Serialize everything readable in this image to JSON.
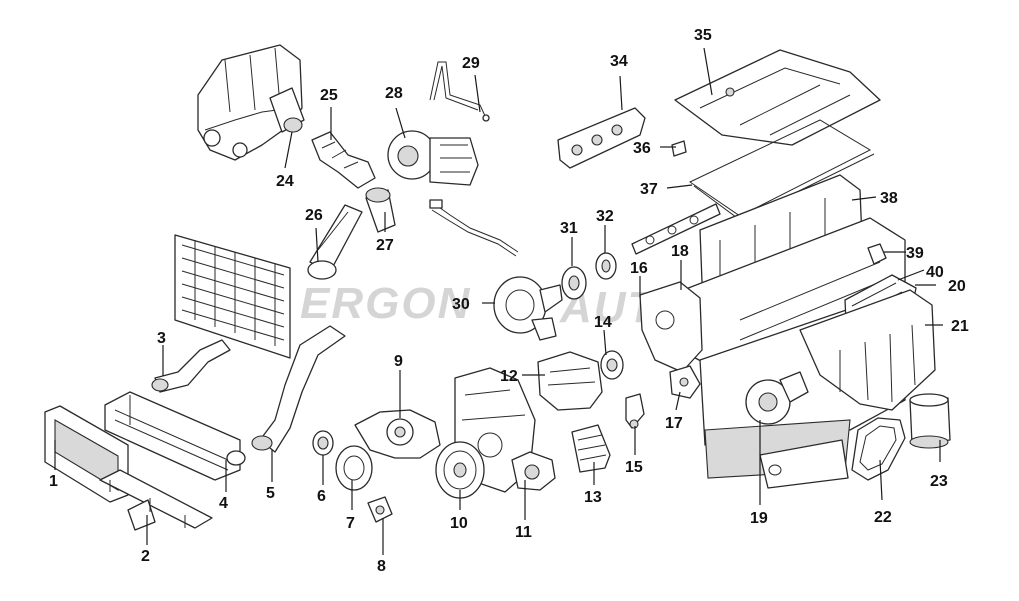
{
  "watermark": {
    "left": "ERGON",
    "right": "AUTOS"
  },
  "parts": {
    "p1": "1",
    "p2": "2",
    "p3": "3",
    "p4": "4",
    "p5": "5",
    "p6": "6",
    "p7": "7",
    "p8": "8",
    "p9": "9",
    "p10": "10",
    "p11": "11",
    "p12": "12",
    "p13": "13",
    "p14": "14",
    "p15": "15",
    "p16": "16",
    "p17": "17",
    "p18": "18",
    "p19": "19",
    "p20": "20",
    "p21": "21",
    "p22": "22",
    "p23": "23",
    "p24": "24",
    "p25": "25",
    "p26": "26",
    "p27": "27",
    "p28": "28",
    "p29": "29",
    "p30": "30",
    "p31": "31",
    "p32": "32",
    "p33": "34",
    "p35": "35",
    "p36": "36",
    "p37": "37",
    "p38": "38",
    "p39": "39",
    "p40": "40"
  },
  "colors": {
    "line": "#2a2a2a",
    "shade": "#d9d9d9",
    "watermark": "#c8c8c8"
  }
}
